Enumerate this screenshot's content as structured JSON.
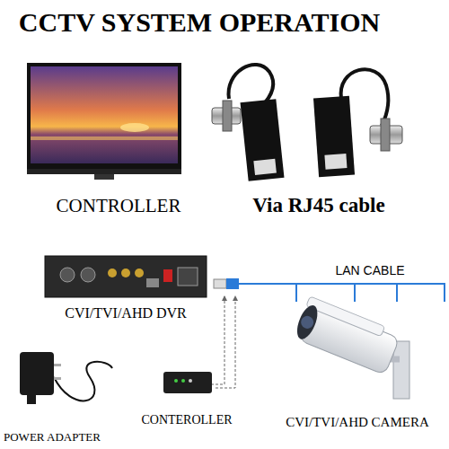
{
  "diagram": {
    "title": "CCTV SYSTEM OPERATION",
    "labels": [
      "CONTROLLER",
      "Via RJ45 cable",
      "LAN CABLE",
      "CVI/TVI/AHD DVR",
      "CVI/TVI/AHD CAMERA",
      "POWER ADAPTER",
      "CONTEROLLER"
    ]
  }
}
